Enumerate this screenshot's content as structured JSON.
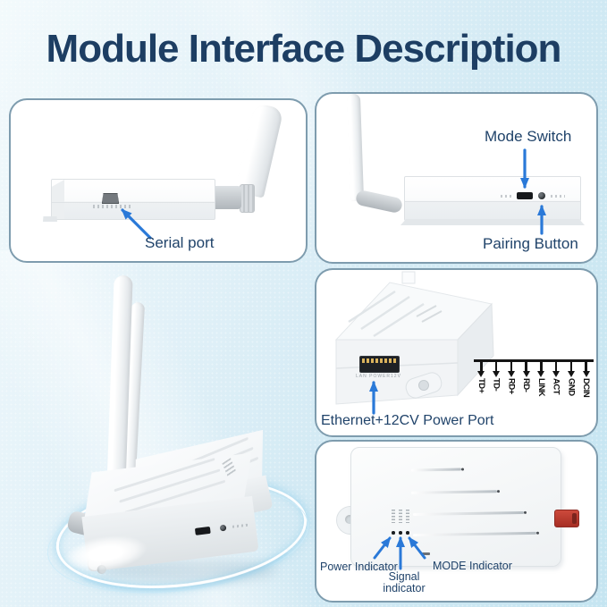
{
  "title": "Module Interface Description",
  "panel_serial": {
    "label": "Serial port"
  },
  "panel_switch": {
    "mode_switch": "Mode Switch",
    "pairing": "Pairing Button"
  },
  "panel_ethernet": {
    "label": "Ethernet+12CV Power Port",
    "port_marking": "LAN  POWER12V",
    "pins": [
      "TD+",
      "TD-",
      "RD+",
      "RD-",
      "LINK",
      "ACT",
      "GND",
      "DCIN"
    ]
  },
  "panel_top": {
    "power": "Power Indicator",
    "signal_line1": "Signal",
    "signal_line2": "indicator",
    "mode": "MODE Indicator"
  },
  "colors": {
    "background_top": "#f3fafc",
    "background_bottom": "#c5e5f1",
    "title_text": "#1d3e63",
    "label_text": "#20436a",
    "arrow": "#2a79d8",
    "panel_border": "#7e9cae",
    "pin_text": "#141414",
    "antenna_connector_red": "#b23a2e",
    "device_body": "#f4f6f7"
  }
}
